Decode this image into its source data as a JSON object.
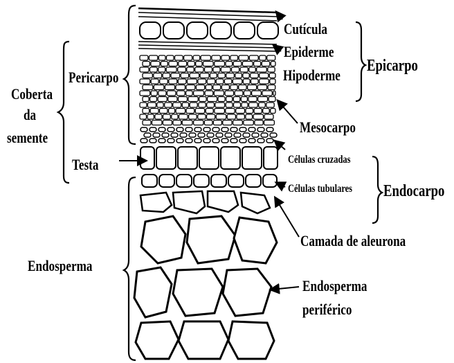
{
  "diagram": {
    "labels": {
      "coberta_line1": "Coberta",
      "coberta_line2": "da",
      "coberta_line3": "semente",
      "pericarpo": "Pericarpo",
      "testa": "Testa",
      "endosperma": "Endosperma",
      "cuticula": "Cutícula",
      "epiderme": "Epiderme",
      "hipoderme": "Hipoderme",
      "epicarpo": "Epicarpo",
      "mesocarpo": "Mesocarpo",
      "celulas_cruzadas": "Células cruzadas",
      "celulas_tubulares": "Células tubulares",
      "endocarpo": "Endocarpo",
      "camada_aleurona": "Camada de aleurona",
      "endosperma_periferico_line1": "Endosperma",
      "endosperma_periferico_line2": "periférico"
    }
  }
}
